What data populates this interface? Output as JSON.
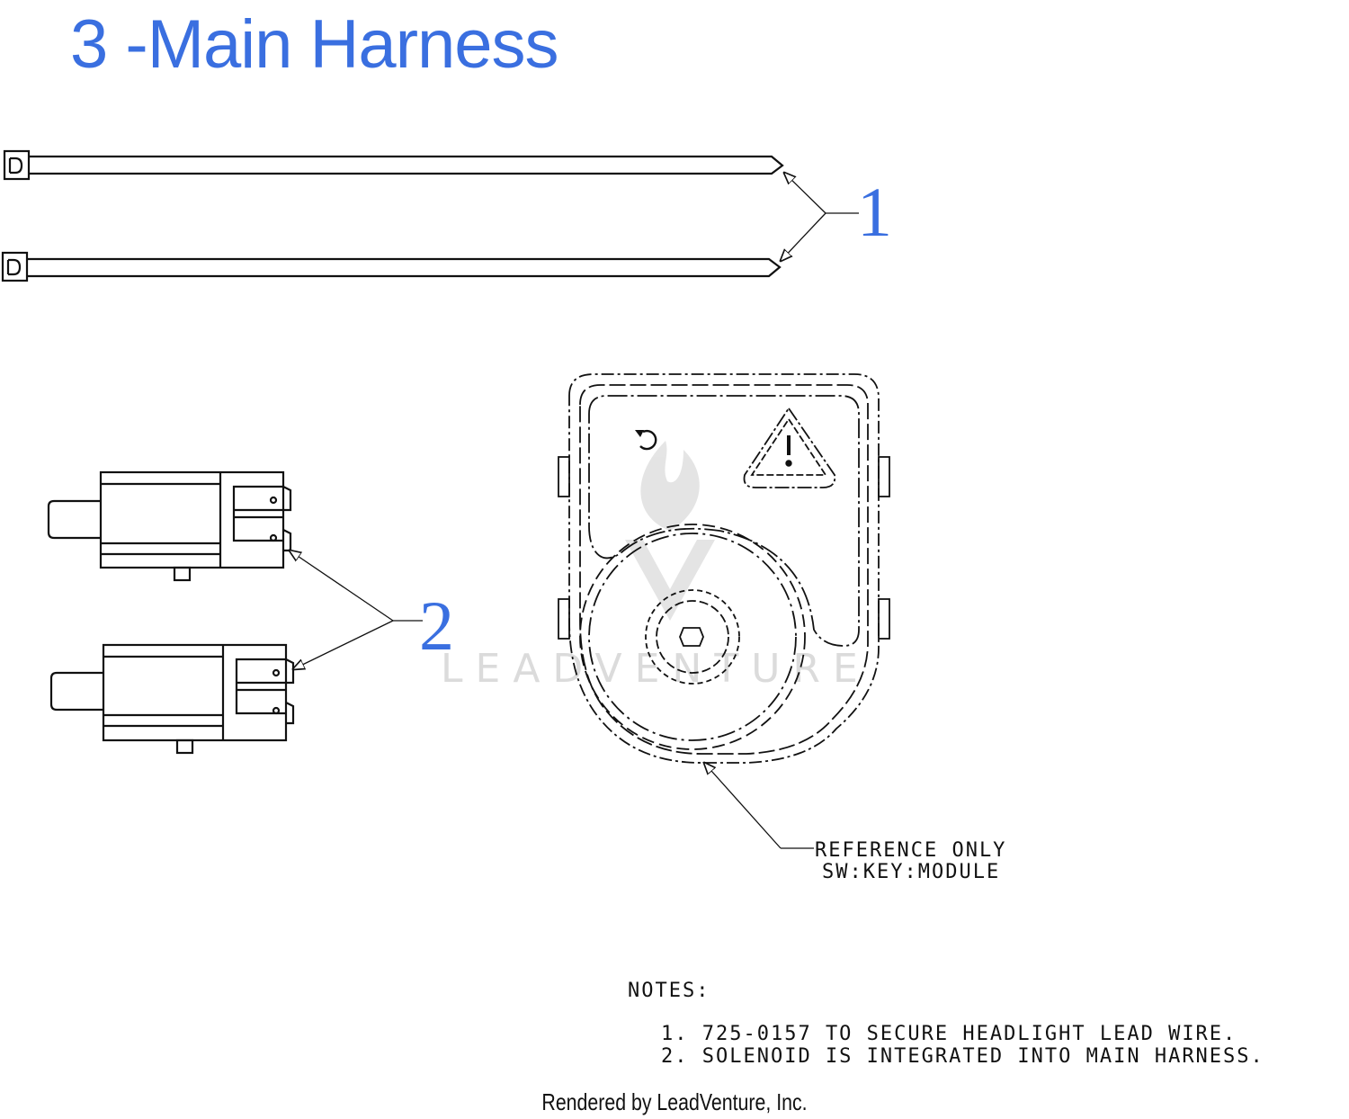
{
  "title": "3 -Main Harness",
  "callouts": {
    "one": "1",
    "two": "2"
  },
  "reference": {
    "line1": "REFERENCE ONLY",
    "line2": "SW:KEY:MODULE"
  },
  "notes": {
    "heading": "NOTES:",
    "items": [
      "1. 725-0157 TO SECURE HEADLIGHT LEAD WIRE.",
      "2. SOLENOID IS INTEGRATED INTO MAIN HARNESS."
    ]
  },
  "watermark": "LEADVENTURE",
  "footer": "Rendered by LeadVenture, Inc.",
  "colors": {
    "accent": "#3a6fe0",
    "line": "#111111",
    "watermark": "#d8d8d8"
  }
}
